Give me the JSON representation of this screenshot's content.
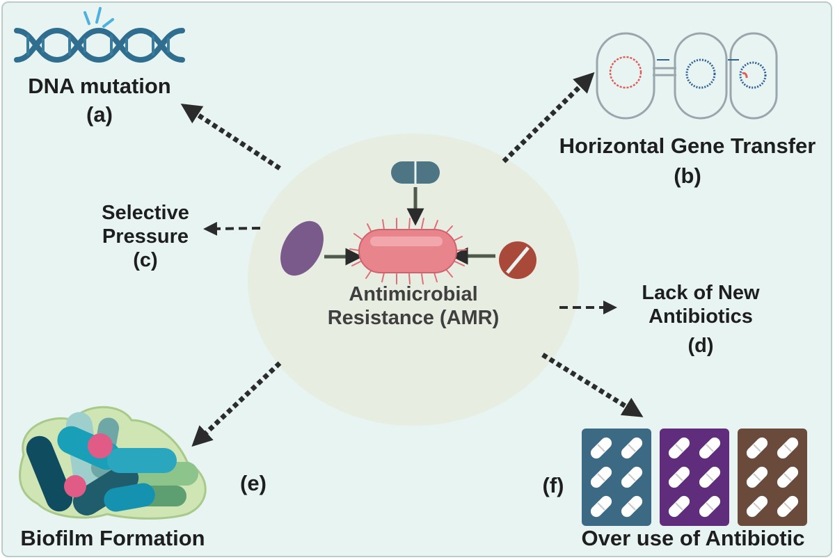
{
  "center": {
    "line1": "Antimicrobial",
    "line2": "Resistance (AMR)"
  },
  "factors": {
    "a": {
      "title": "DNA mutation",
      "letter": "(a)"
    },
    "b": {
      "title": "Horizontal Gene Transfer",
      "letter": "(b)"
    },
    "c": {
      "line1": "Selective",
      "line2": "Pressure",
      "letter": "(c)"
    },
    "d": {
      "line1": "Lack of New",
      "line2": "Antibiotics",
      "letter": "(d)"
    },
    "e": {
      "title": "Biofilm Formation",
      "letter": "(e)"
    },
    "f": {
      "title": "Over use of Antibiotic",
      "letter": "(f)"
    }
  },
  "colors": {
    "background": "#e7f4f1",
    "center_circle": "#e8ecdf",
    "arrow": "#2b2b2b",
    "dna": "#2e6f91",
    "bacterium": "#e57f86",
    "pill_blue": "#3c6a84",
    "pill_purple": "#5e2d7b",
    "pill_brown": "#6a4a3a"
  }
}
